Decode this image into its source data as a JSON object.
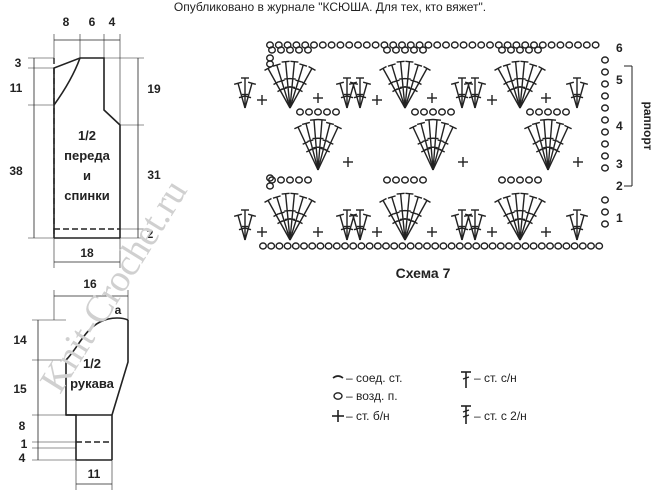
{
  "header": {
    "published": "Опубликовано в журнале \"КСЮША. Для тех, кто вяжет\"."
  },
  "watermark": {
    "text": "Knit-Crochet.ru"
  },
  "body_pattern": {
    "label_lines": [
      "1/2",
      "переда",
      "и",
      "спинки"
    ],
    "top_dims": [
      "8",
      "6",
      "4"
    ],
    "left_dims": [
      "3",
      "11",
      "38"
    ],
    "right_dims": [
      "19",
      "31",
      "2"
    ],
    "bottom_dim": "18"
  },
  "sleeve_pattern": {
    "label_lines": [
      "1/2",
      "рукава"
    ],
    "top_dim": "16",
    "corner_label": "a",
    "left_dims": [
      "14",
      "15",
      "8",
      "1",
      "4"
    ],
    "bottom_dim": "11"
  },
  "scheme": {
    "title": "Схема 7",
    "rapport_label": "раппорт",
    "row_numbers": [
      "1",
      "2",
      "3",
      "4",
      "5",
      "6"
    ]
  },
  "legend": {
    "items": [
      {
        "icon": "slip-stitch-icon",
        "text": "– соед. ст."
      },
      {
        "icon": "chain-stitch-icon",
        "text": "– возд. п."
      },
      {
        "icon": "single-crochet-icon",
        "text": "– ст. б/н"
      },
      {
        "icon": "double-crochet-icon",
        "text": "– ст. с/н"
      },
      {
        "icon": "treble-crochet-icon",
        "text": "– ст. с 2/н"
      }
    ]
  }
}
